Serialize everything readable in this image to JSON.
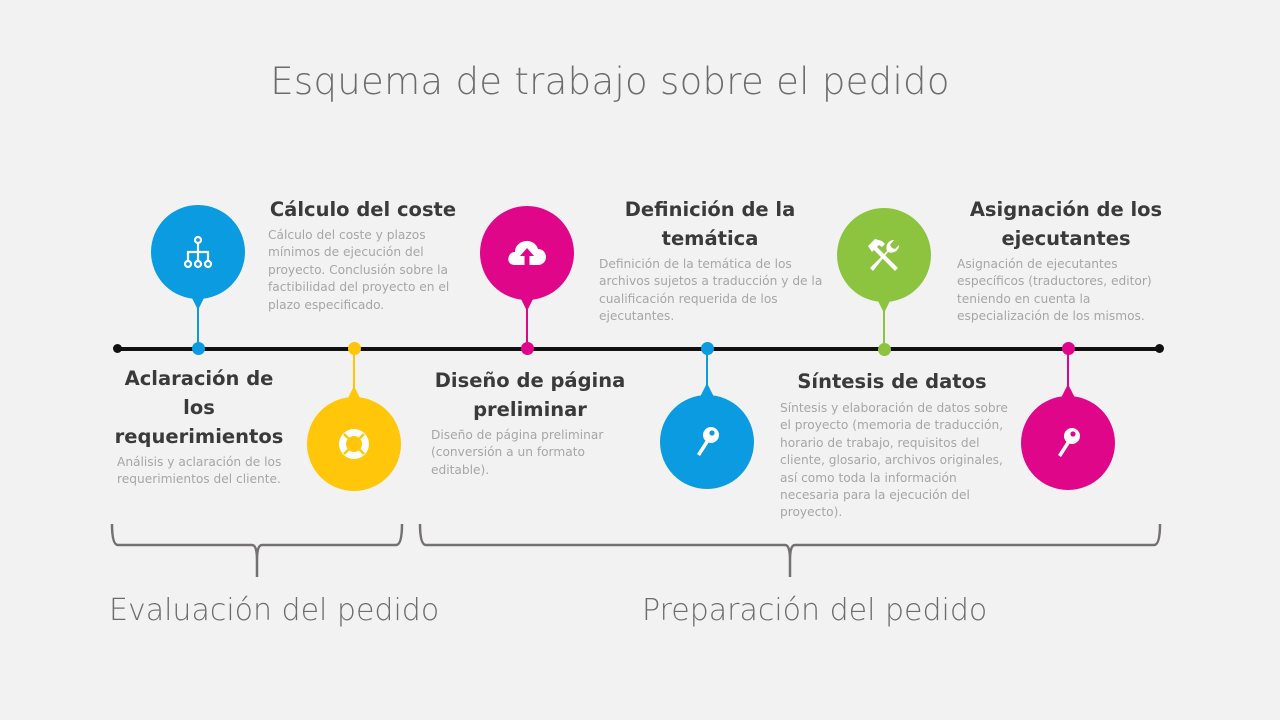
{
  "title": "Esquema de trabajo sobre el pedido",
  "colors": {
    "blue": "#0a9be0",
    "yellow": "#ffc60a",
    "magenta": "#e0068a",
    "green": "#8cc33f",
    "timeline": "#111111",
    "heading": "#3a3a3a",
    "description": "#a6a6a6",
    "phase_label": "#6e6b6b"
  },
  "steps": [
    {
      "heading": "Aclaración de los requerimientos",
      "heading_lines": [
        "Aclaración de",
        "los",
        "requerimientos"
      ],
      "description": "Análisis y aclaración de los requerimientos del cliente.",
      "description_lines": [
        "Análisis y aclaración de los",
        "requerimientos del cliente."
      ],
      "icon": "hierarchy-icon",
      "color": "blue",
      "position": "above"
    },
    {
      "heading": "Cálculo del coste",
      "heading_lines": [
        "Cálculo del coste"
      ],
      "description": "Cálculo del coste y plazos mínimos de ejecución del proyecto. Conclusión sobre la factibilidad del proyecto en el plazo especificado.",
      "description_lines": [
        "Cálculo del coste y plazos",
        "mínimos de ejecución del",
        "proyecto. Conclusión sobre la",
        "factibilidad del proyecto en el",
        "plazo especificado."
      ],
      "icon": "lifebuoy-icon",
      "color": "yellow",
      "position": "below"
    },
    {
      "heading": "Diseño de página preliminar",
      "heading_lines": [
        "Diseño de página",
        "preliminar"
      ],
      "description": "Diseño de página preliminar (conversión a un formato editable).",
      "description_lines": [
        "Diseño de página preliminar",
        "(conversión a un formato",
        "editable)."
      ],
      "icon": "cloud-upload-icon",
      "color": "magenta",
      "position": "above"
    },
    {
      "heading": "Definición de la temática",
      "heading_lines": [
        "Definición de la",
        "temática"
      ],
      "description": "Definición de la temática de los archivos sujetos a traducción y de la cualificación requerida de los ejecutantes.",
      "description_lines": [
        "Definición de la temática de los",
        "archivos sujetos a traducción y de la",
        "cualificación requerida de los",
        "ejecutantes."
      ],
      "icon": "key-icon",
      "color": "blue",
      "position": "below"
    },
    {
      "heading": "Síntesis de datos",
      "heading_lines": [
        "Síntesis de datos"
      ],
      "description": "Síntesis y elaboración de datos sobre el proyecto (memoria de traducción, horario de trabajo, requisitos del cliente, glosario, archivos originales, así como toda la información necesaria para la ejecución del proyecto).",
      "description_lines": [
        "Síntesis y elaboración de datos sobre",
        "el proyecto (memoria de traducción,",
        "horario de trabajo, requisitos del",
        "cliente, glosario, archivos originales,",
        "así como toda la información",
        "necesaria para la ejecución del",
        "proyecto)."
      ],
      "icon": "tools-icon",
      "color": "green",
      "position": "above"
    },
    {
      "heading": "Asignación de los ejecutantes",
      "heading_lines": [
        "Asignación de los",
        "ejecutantes"
      ],
      "description": "Asignación de ejecutantes específicos (traductores, editor) teniendo en cuenta la especialización de los mismos.",
      "description_lines": [
        "Asignación de ejecutantes",
        "específicos (traductores, editor)",
        "teniendo en cuenta la",
        "especialización de los mismos."
      ],
      "icon": "key-icon",
      "color": "magenta",
      "position": "below"
    }
  ],
  "phases": [
    {
      "label": "Evaluación del pedido"
    },
    {
      "label": "Preparación del pedido"
    }
  ]
}
